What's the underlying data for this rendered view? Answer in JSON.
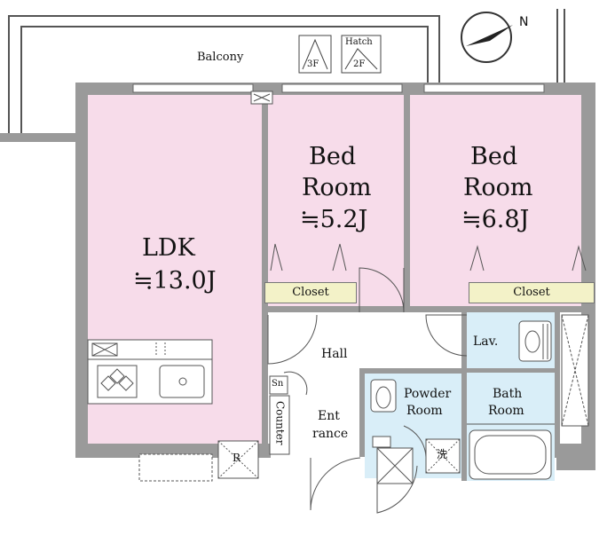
{
  "labels": {
    "balcony": "Balcony",
    "hatch_3f": "3F",
    "hatch_title": "Hatch",
    "hatch_2f": "2F",
    "north": "N",
    "ldk_name": "LDK",
    "ldk_size": "≒13.0J",
    "bed1_line1": "Bed",
    "bed1_line2": "Room",
    "bed1_size": "≒5.2J",
    "bed2_line1": "Bed",
    "bed2_line2": "Room",
    "bed2_size": "≒6.8J",
    "closet1": "Closet",
    "closet2": "Closet",
    "hall": "Hall",
    "lav": "Lav.",
    "sn": "Sn",
    "counter": "Counter",
    "ent_line1": "Ent",
    "ent_line2": "rance",
    "powder_line1": "Powder",
    "powder_line2": "Room",
    "bath_line1": "Bath",
    "bath_line2": "Room",
    "r": "R",
    "washer": "洗"
  },
  "colors": {
    "pink": "#f7dcea",
    "blue": "#d9eef8",
    "wall": "#9a9a9a",
    "closet": "#f3f2c8",
    "hall": "#ffffff"
  }
}
